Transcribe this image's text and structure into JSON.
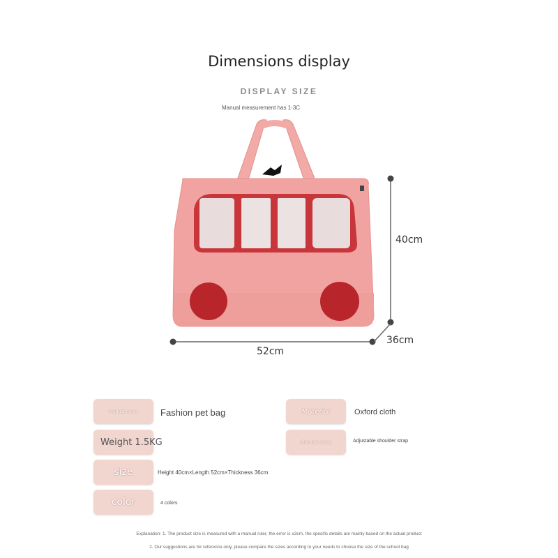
{
  "header": {
    "title": "Dimensions display",
    "subtitle": "DISPLAY SIZE",
    "note": "Manual measurement has 1-3C"
  },
  "dimensions": {
    "height": "40cm",
    "width": "52cm",
    "depth": "36cm"
  },
  "specs": [
    {
      "key": "Product name",
      "value": "Fashion pet bag"
    },
    {
      "key": "Material",
      "value": "Oxford cloth"
    },
    {
      "key": "Weight 1.5KG",
      "value": ""
    },
    {
      "key": "Shoulder strap",
      "value": "Adjustable shoulder strap"
    },
    {
      "key": "size",
      "value": "Height 40cm×Length 52cm×Thickness 36cm"
    },
    {
      "key": "color",
      "value": "4 colors"
    }
  ],
  "footer": {
    "line1": "Explanation: 1. The product size is measured with a manual ruler, the error is ±3cm, the specific details are mainly based on the actual product",
    "line2": "2. Our suggestions are for reference only, please compare the sizes according to your needs to choose the size of the school bag"
  },
  "colors": {
    "bag_body": "#f0a3a0",
    "bag_trim": "#c8353a",
    "wheel": "#b8262c",
    "spec_box": "#f1d6cf"
  }
}
